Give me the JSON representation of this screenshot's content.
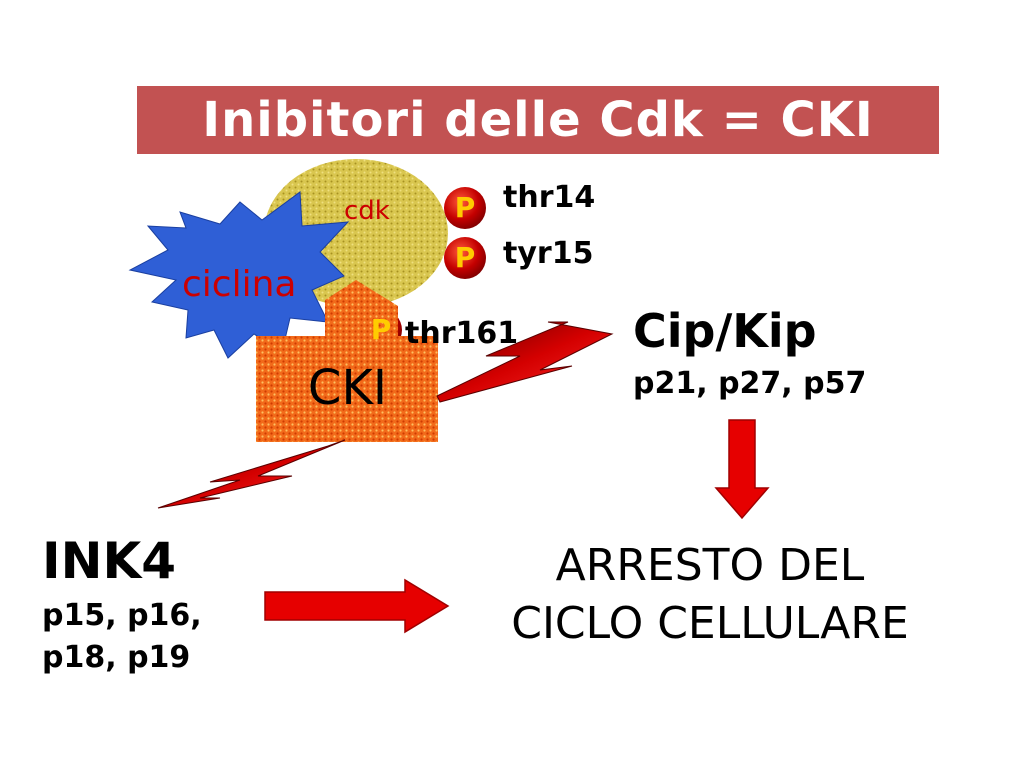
{
  "title": "Inibitori delle Cdk = CKI",
  "complex": {
    "cdk": "cdk",
    "cyclin": "ciclina",
    "cki": "CKI",
    "phospho_letter": "P",
    "sites": [
      "thr14",
      "tyr15",
      "thr161"
    ]
  },
  "cip_kip": {
    "name": "Cip/Kip",
    "members": "p21, p27, p57"
  },
  "ink4": {
    "name": "INK4",
    "members_line1": "p15, p16,",
    "members_line2": "p18, p19"
  },
  "outcome": {
    "line1": "ARRESTO DEL",
    "line2": "CICLO CELLULARE"
  },
  "colors": {
    "title_bar": "#c25252",
    "cdk_fill": "#d6c24a",
    "cyclin_fill": "#2f5fd6",
    "cki_fill": "#f06a1e",
    "phospho": "#c40000",
    "arrow": "#e60000"
  }
}
